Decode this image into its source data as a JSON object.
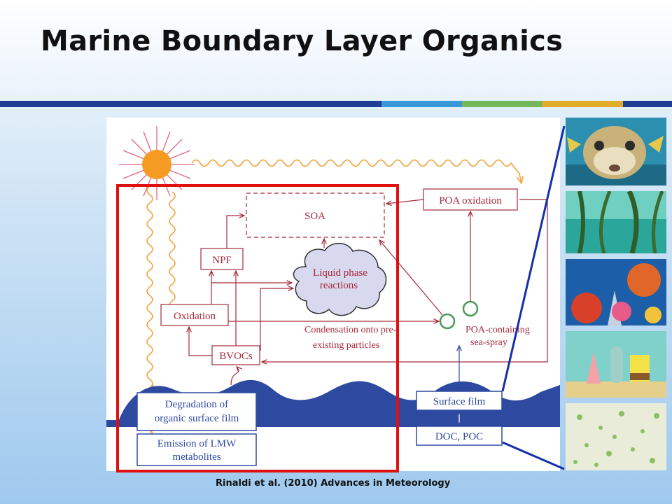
{
  "slide": {
    "title": "Marine Boundary Layer Organics",
    "citation": "Rinaldi et al. (2010) Advances in Meteorology"
  },
  "diagram": {
    "soa": "SOA",
    "poa_oxidation": "POA oxidation",
    "npf": "NPF",
    "liquid_phase_1": "Liquid phase",
    "liquid_phase_2": "reactions",
    "oxidation": "Oxidation",
    "condensation_1": "Condensation onto pre-",
    "condensation_2": "existing particles",
    "poa_spray_1": "POA-containing",
    "poa_spray_2": "sea-spray",
    "bvocs": "BVOCs",
    "degradation_1": "Degradation of",
    "degradation_2": "organic surface film",
    "emission_1": "Emission of LMW",
    "emission_2": "metabolites",
    "surface_film": "Surface film",
    "doc_poc": "DOC, POC"
  },
  "colors": {
    "sun": "#f59a23",
    "sun_rays": "#e36480",
    "waves": "#f2a33c",
    "ocean": "#2e4aa0",
    "arrows": "#a82a3a",
    "highlight": "#e01010",
    "callout": "#1530a8",
    "cloud": "#d8d8ef",
    "particle": "#4c9a5a"
  },
  "accent_bar": [
    "#1e3f94",
    "#3a9ad9",
    "#74b85a",
    "#e0ac2a",
    "#1e3f94"
  ]
}
